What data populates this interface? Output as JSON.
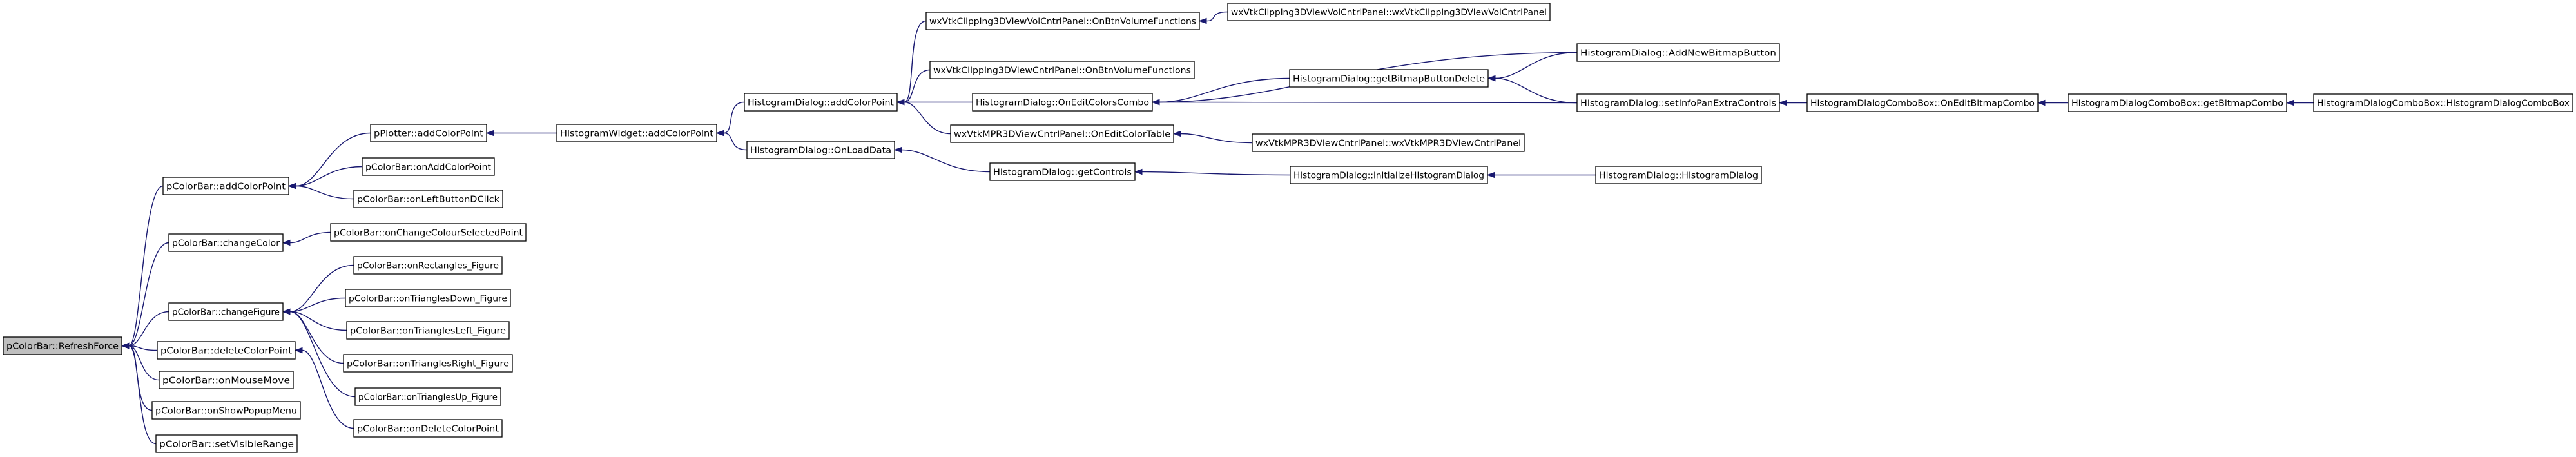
{
  "diagram": {
    "kind": "doxygen caller graph",
    "colors": {
      "edge": "#191970",
      "node_border": "#000000",
      "root_fill": "#bfbfbf",
      "node_fill": "#ffffff"
    },
    "nodes": [
      {
        "id": "n0",
        "label": "pColorBar::RefreshForce",
        "root": true
      },
      {
        "id": "n1",
        "label": "pColorBar::addColorPoint"
      },
      {
        "id": "n2",
        "label": "pPlotter::addColorPoint"
      },
      {
        "id": "n3",
        "label": "pColorBar::onAddColorPoint"
      },
      {
        "id": "n4",
        "label": "pColorBar::onLeftButtonDClick"
      },
      {
        "id": "n5",
        "label": "pColorBar::changeColor"
      },
      {
        "id": "n6",
        "label": "pColorBar::onChangeColourSelectedPoint"
      },
      {
        "id": "n7",
        "label": "pColorBar::changeFigure"
      },
      {
        "id": "n8",
        "label": "pColorBar::onRectangles_Figure"
      },
      {
        "id": "n9",
        "label": "pColorBar::onTrianglesDown_Figure"
      },
      {
        "id": "n10",
        "label": "pColorBar::onTrianglesLeft_Figure"
      },
      {
        "id": "n11",
        "label": "pColorBar::onTrianglesRight_Figure"
      },
      {
        "id": "n12",
        "label": "pColorBar::onTrianglesUp_Figure"
      },
      {
        "id": "n13",
        "label": "pColorBar::deleteColorPoint"
      },
      {
        "id": "n14",
        "label": "pColorBar::onDeleteColorPoint"
      },
      {
        "id": "n15",
        "label": "pColorBar::onMouseMove"
      },
      {
        "id": "n16",
        "label": "pColorBar::onShowPopupMenu"
      },
      {
        "id": "n17",
        "label": "pColorBar::setVisibleRange"
      },
      {
        "id": "n18",
        "label": "HistogramWidget::addColorPoint"
      },
      {
        "id": "n19",
        "label": "HistogramDialog::addColorPoint"
      },
      {
        "id": "n20",
        "label": "HistogramDialog::OnLoadData"
      },
      {
        "id": "n21",
        "label": "wxVtkClipping3DViewVolCntrlPanel::OnBtnVolumeFunctions"
      },
      {
        "id": "n22",
        "label": "wxVtkClipping3DViewVolCntrlPanel::wxVtkClipping3DViewVolCntrlPanel"
      },
      {
        "id": "n23",
        "label": "wxVtkClipping3DViewCntrlPanel::OnBtnVolumeFunctions"
      },
      {
        "id": "n24",
        "label": "HistogramDialog::OnEditColorsCombo"
      },
      {
        "id": "n25",
        "label": "wxVtkMPR3DViewCntrlPanel::OnEditColorTable"
      },
      {
        "id": "n26",
        "label": "wxVtkMPR3DViewCntrlPanel::wxVtkMPR3DViewCntrlPanel"
      },
      {
        "id": "n27",
        "label": "HistogramDialog::getControls"
      },
      {
        "id": "n28",
        "label": "HistogramDialog::initializeHistogramDialog"
      },
      {
        "id": "n29",
        "label": "HistogramDialog::HistogramDialog"
      },
      {
        "id": "n30",
        "label": "HistogramDialog::getBitmapButtonDelete"
      },
      {
        "id": "n31",
        "label": "HistogramDialog::AddNewBitmapButton"
      },
      {
        "id": "n32",
        "label": "HistogramDialog::setInfoPanExtraControls"
      },
      {
        "id": "n33",
        "label": "HistogramDialogComboBox::OnEditBitmapCombo"
      },
      {
        "id": "n34",
        "label": "HistogramDialogComboBox::getBitmapCombo"
      },
      {
        "id": "n35",
        "label": "HistogramDialogComboBox::HistogramDialogComboBox"
      }
    ],
    "edges": [
      [
        "n1",
        "n0"
      ],
      [
        "n5",
        "n0"
      ],
      [
        "n7",
        "n0"
      ],
      [
        "n13",
        "n0"
      ],
      [
        "n15",
        "n0"
      ],
      [
        "n16",
        "n0"
      ],
      [
        "n17",
        "n0"
      ],
      [
        "n2",
        "n1"
      ],
      [
        "n3",
        "n1"
      ],
      [
        "n4",
        "n1"
      ],
      [
        "n6",
        "n5"
      ],
      [
        "n8",
        "n7"
      ],
      [
        "n9",
        "n7"
      ],
      [
        "n10",
        "n7"
      ],
      [
        "n11",
        "n7"
      ],
      [
        "n12",
        "n7"
      ],
      [
        "n14",
        "n13"
      ],
      [
        "n18",
        "n2"
      ],
      [
        "n19",
        "n18"
      ],
      [
        "n20",
        "n18"
      ],
      [
        "n21",
        "n19"
      ],
      [
        "n23",
        "n19"
      ],
      [
        "n24",
        "n19"
      ],
      [
        "n25",
        "n19"
      ],
      [
        "n22",
        "n21"
      ],
      [
        "n26",
        "n25"
      ],
      [
        "n27",
        "n20"
      ],
      [
        "n28",
        "n27"
      ],
      [
        "n29",
        "n28"
      ],
      [
        "n30",
        "n24"
      ],
      [
        "n31",
        "n24"
      ],
      [
        "n32",
        "n24"
      ],
      [
        "n31",
        "n30"
      ],
      [
        "n32",
        "n30"
      ],
      [
        "n33",
        "n32"
      ],
      [
        "n34",
        "n33"
      ],
      [
        "n35",
        "n34"
      ]
    ]
  }
}
